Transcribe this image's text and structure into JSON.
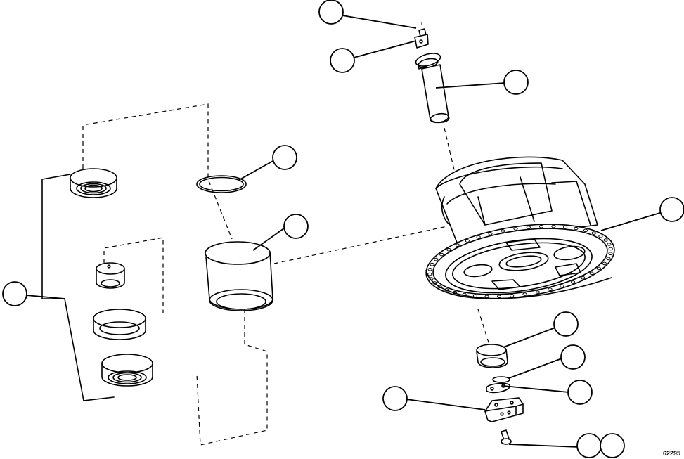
{
  "figure": {
    "id_text": "62295"
  },
  "callouts": [
    {
      "id": "c1",
      "label": ""
    },
    {
      "id": "c2",
      "label": ""
    },
    {
      "id": "c3",
      "label": ""
    },
    {
      "id": "c4",
      "label": ""
    },
    {
      "id": "c5",
      "label": ""
    },
    {
      "id": "c6",
      "label": ""
    },
    {
      "id": "c7",
      "label": ""
    },
    {
      "id": "c8",
      "label": ""
    },
    {
      "id": "c9",
      "label": ""
    },
    {
      "id": "c10",
      "label": ""
    },
    {
      "id": "c11",
      "label": ""
    },
    {
      "id": "c12",
      "label": ""
    },
    {
      "id": "c13",
      "label": ""
    }
  ]
}
